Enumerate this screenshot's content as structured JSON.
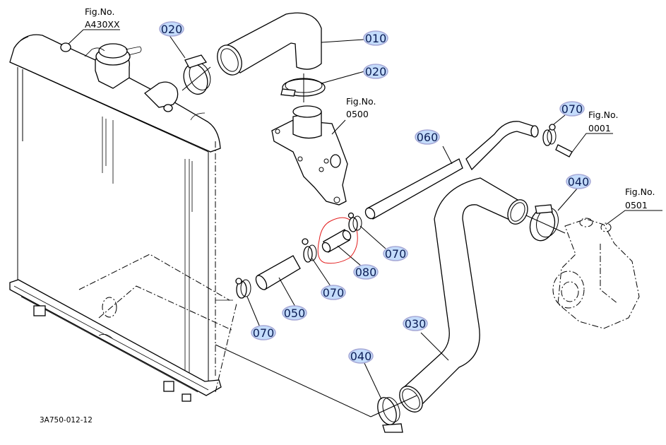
{
  "diagram": {
    "title": "Radiator hoses and clamps exploded view",
    "drawing_number": "3A750-012-12",
    "highlight_color": "#e21b1b",
    "callout_badge_color": "#c4dcfb",
    "callouts": [
      {
        "id": "callout-010",
        "label": "010",
        "part": "upper hose"
      },
      {
        "id": "callout-020-a",
        "label": "020",
        "part": "upper hose clamp (radiator side)"
      },
      {
        "id": "callout-020-b",
        "label": "020",
        "part": "upper hose clamp (thermostat side)"
      },
      {
        "id": "callout-030",
        "label": "030",
        "part": "lower hose"
      },
      {
        "id": "callout-040-a",
        "label": "040",
        "part": "lower hose clamp (water pump side)"
      },
      {
        "id": "callout-040-b",
        "label": "040",
        "part": "lower hose clamp (radiator side)"
      },
      {
        "id": "callout-050",
        "label": "050",
        "part": "bypass hose"
      },
      {
        "id": "callout-060",
        "label": "060",
        "part": "return hose"
      },
      {
        "id": "callout-070-a",
        "label": "070",
        "part": "hose clamp (right)"
      },
      {
        "id": "callout-070-b",
        "label": "070",
        "part": "hose clamp (joint right)"
      },
      {
        "id": "callout-070-c",
        "label": "070",
        "part": "hose clamp (joint left)"
      },
      {
        "id": "callout-070-d",
        "label": "070",
        "part": "hose clamp (radiator)"
      },
      {
        "id": "callout-080",
        "label": "080",
        "part": "pipe joint (circled)"
      }
    ],
    "figure_refs": [
      {
        "id": "fig-ref-a430xx",
        "prefix": "Fig.No.",
        "number": "A430XX",
        "part": "radiator"
      },
      {
        "id": "fig-ref-0500",
        "prefix": "Fig.No.",
        "number": "0500",
        "part": "thermostat housing"
      },
      {
        "id": "fig-ref-0001",
        "prefix": "Fig.No.",
        "number": "0001",
        "part": "fitting"
      },
      {
        "id": "fig-ref-0501",
        "prefix": "Fig.No.",
        "number": "0501",
        "part": "water pump"
      }
    ]
  }
}
